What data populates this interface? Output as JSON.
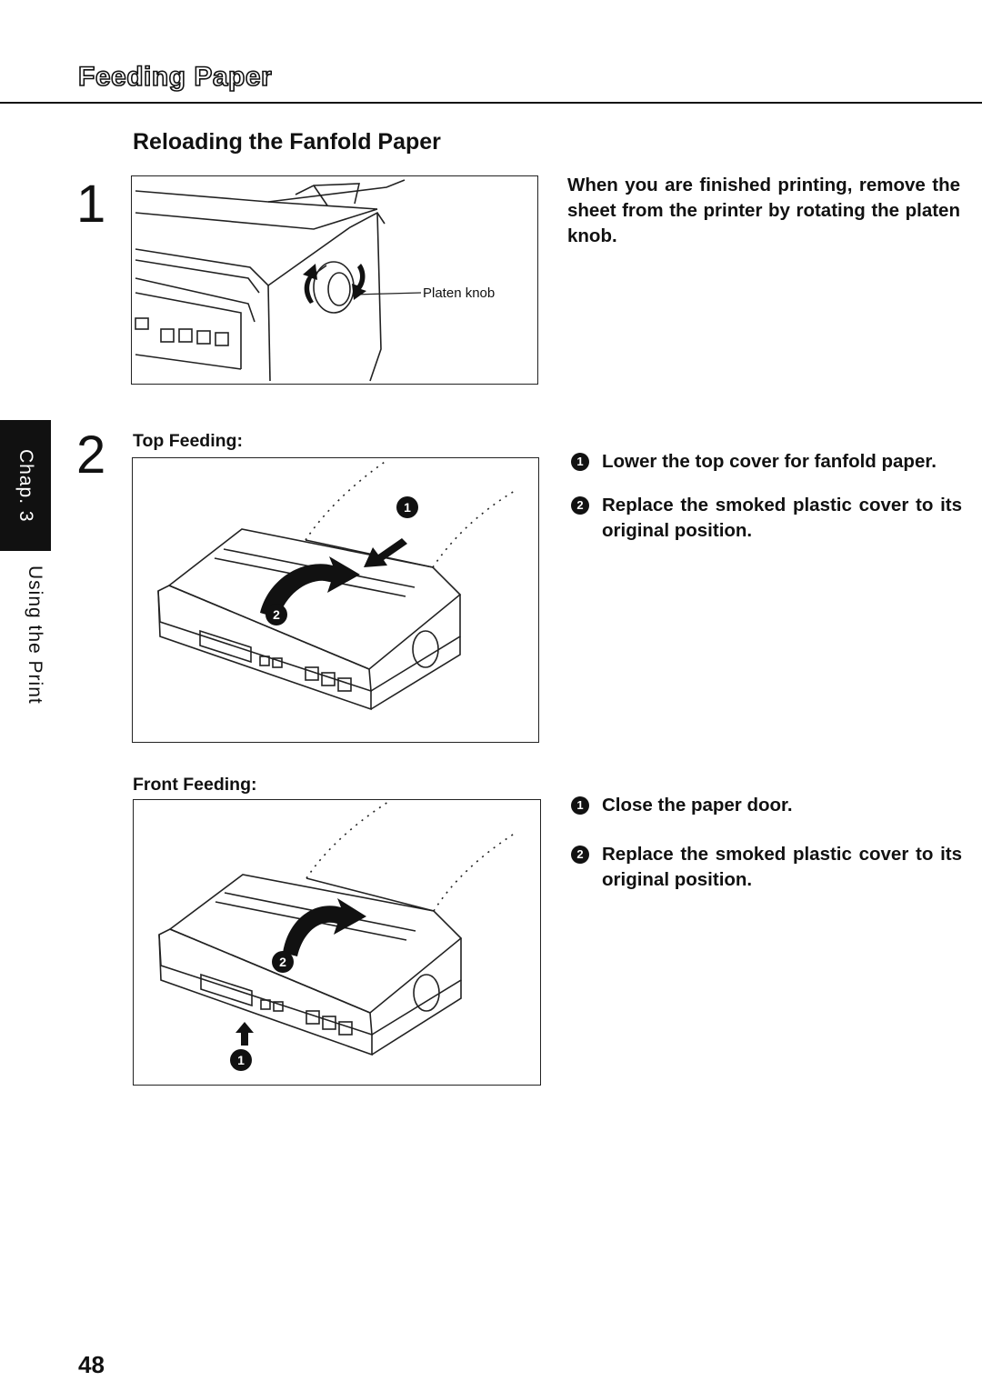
{
  "header": {
    "title": "Feeding Paper"
  },
  "section": {
    "title": "Reloading the Fanfold Paper"
  },
  "side_tab": {
    "chapter": "Chap. 3",
    "subtitle": "Using the Print"
  },
  "step1": {
    "number": "1",
    "instruction": "When you are finished printing, remove the sheet from the printer by rotating the platen knob.",
    "callout": "Platen knob"
  },
  "step2": {
    "number": "2",
    "top_feeding": {
      "label": "Top Feeding:",
      "items": [
        {
          "marker": "1",
          "text": "Lower the top cover for fanfold paper."
        },
        {
          "marker": "2",
          "text": "Replace the smoked plastic cover to its original position."
        }
      ],
      "fig_markers": [
        "1",
        "2"
      ]
    },
    "front_feeding": {
      "label": "Front Feeding:",
      "items": [
        {
          "marker": "1",
          "text": "Close the paper door."
        },
        {
          "marker": "2",
          "text": "Replace the smoked plastic cover to its original position."
        }
      ],
      "fig_markers": [
        "2",
        "1"
      ]
    }
  },
  "page_number": "48"
}
